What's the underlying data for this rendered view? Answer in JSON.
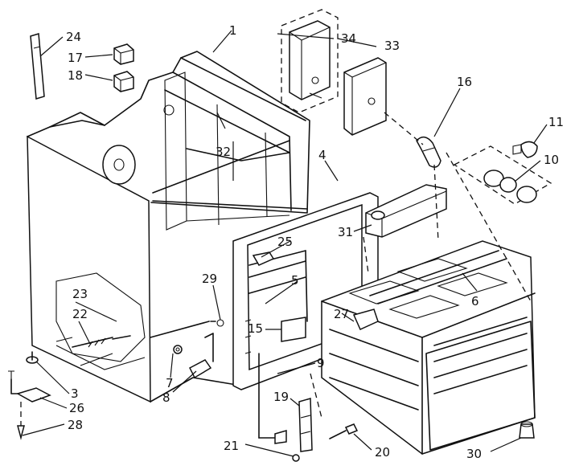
{
  "callouts": {
    "c1": "1",
    "c3": "3",
    "c4": "4",
    "c5": "5",
    "c6": "6",
    "c7": "7",
    "c8": "8",
    "c9": "9",
    "c10": "10",
    "c11": "11",
    "c15": "15",
    "c16": "16",
    "c17": "17",
    "c18": "18",
    "c19": "19",
    "c20": "20",
    "c21": "21",
    "c22": "22",
    "c23": "23",
    "c24": "24",
    "c25": "25",
    "c26": "26",
    "c27": "27",
    "c28": "28",
    "c29": "29",
    "c30": "30",
    "c31": "31",
    "c32": "32",
    "c33": "33",
    "c34": "34"
  }
}
